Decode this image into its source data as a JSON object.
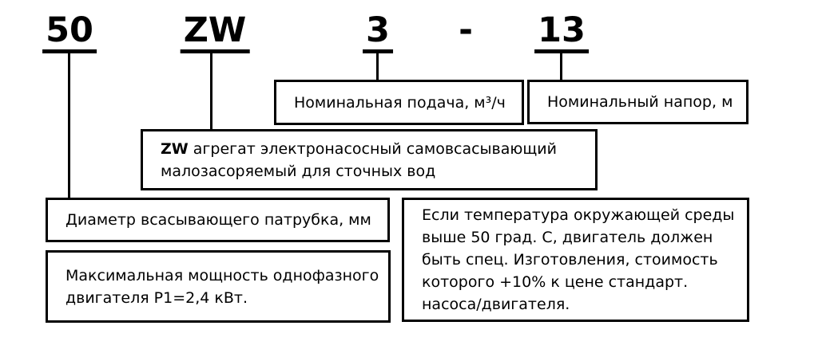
{
  "designation": {
    "parts": [
      {
        "text": "50"
      },
      {
        "text": "ZW"
      },
      {
        "text": "3"
      },
      {
        "text": "-"
      },
      {
        "text": "13"
      }
    ]
  },
  "boxes": {
    "flow": {
      "label": "Номинальная подача, м³/ч"
    },
    "head": {
      "label": "Номинальный напор, м"
    },
    "type": {
      "code": "ZW",
      "line1_rest": " агрегат электронасосный самовсасывающий",
      "line2": "малозасоряемый для сточных вод"
    },
    "diameter": {
      "label": "Диаметр всасывающего патрубка, мм"
    },
    "power": {
      "lines": [
        "Максимальная мощность однофазного",
        "двигателя P1=2,4 кВт."
      ]
    },
    "temperature": {
      "lines": [
        "Если температура окружающей среды",
        "выше 50 град. С, двигатель должен",
        "быть спец. Изготовления, стоимость",
        "которого +10% к цене стандарт.",
        "насоса/двигателя."
      ]
    }
  },
  "colors": {
    "line": "#000000",
    "text": "#000000",
    "background": "#ffffff"
  }
}
